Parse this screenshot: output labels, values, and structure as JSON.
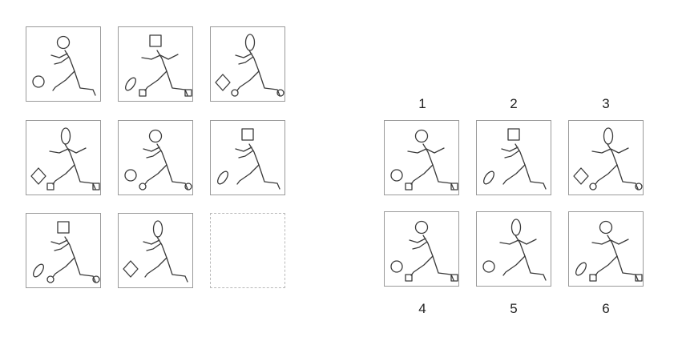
{
  "puzzle": {
    "grid": [
      {
        "head": "circle",
        "ball": "circle",
        "front_foot": "none",
        "back_foot": "none",
        "arms": "forward"
      },
      {
        "head": "square",
        "ball": "ellipse",
        "front_foot": "square",
        "back_foot": "square",
        "arms": "spread"
      },
      {
        "head": "ellipse",
        "ball": "diamond",
        "front_foot": "circle",
        "back_foot": "circle",
        "arms": "forward"
      },
      {
        "head": "ellipse",
        "ball": "diamond",
        "front_foot": "square",
        "back_foot": "square",
        "arms": "spread"
      },
      {
        "head": "circle",
        "ball": "circle",
        "front_foot": "circle",
        "back_foot": "circle",
        "arms": "forward"
      },
      {
        "head": "square",
        "ball": "ellipse",
        "front_foot": "none",
        "back_foot": "none",
        "arms": "forward"
      },
      {
        "head": "square",
        "ball": "ellipse",
        "front_foot": "circle",
        "back_foot": "circle",
        "arms": "forward"
      },
      {
        "head": "ellipse",
        "ball": "diamond",
        "front_foot": "none",
        "back_foot": "none",
        "arms": "forward"
      },
      {
        "blank": true
      }
    ],
    "options": [
      {
        "label": "1",
        "head": "circle",
        "ball": "circle",
        "front_foot": "square",
        "back_foot": "square",
        "arms": "spread"
      },
      {
        "label": "2",
        "head": "square",
        "ball": "ellipse",
        "front_foot": "none",
        "back_foot": "none",
        "arms": "forward"
      },
      {
        "label": "3",
        "head": "ellipse",
        "ball": "diamond",
        "front_foot": "circle",
        "back_foot": "circle",
        "arms": "spread"
      },
      {
        "label": "4",
        "head": "circle",
        "ball": "circle",
        "front_foot": "square",
        "back_foot": "square",
        "arms": "forward"
      },
      {
        "label": "5",
        "head": "ellipse",
        "ball": "circle",
        "front_foot": "none",
        "back_foot": "none",
        "arms": "spread"
      },
      {
        "label": "6",
        "head": "circle",
        "ball": "ellipse",
        "front_foot": "square",
        "back_foot": "square",
        "arms": "spread"
      }
    ]
  }
}
